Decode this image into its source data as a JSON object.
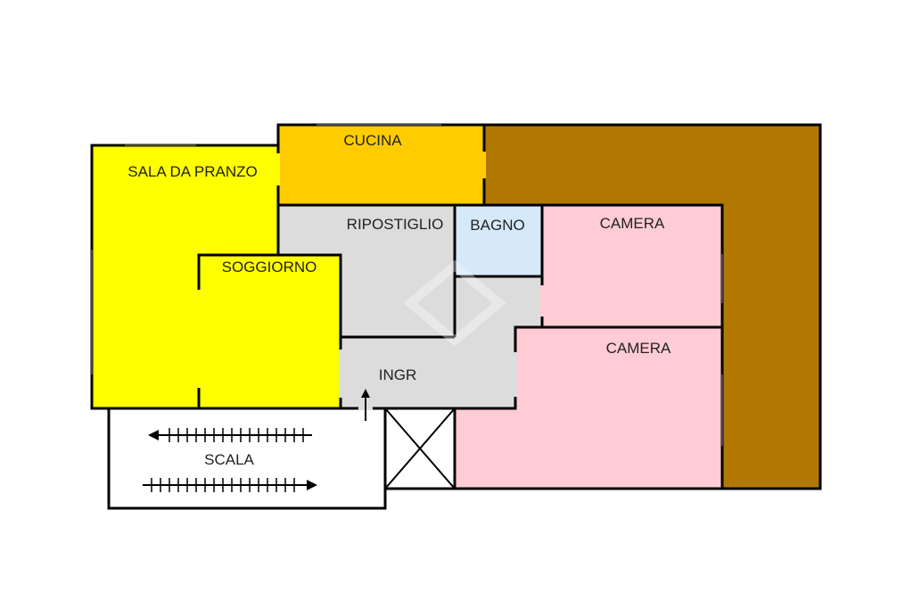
{
  "rooms": {
    "cucina": "CUCINA",
    "sala_da_pranzo": "SALA DA PRANZO",
    "ripostiglio": "RIPOSTIGLIO",
    "bagno": "BAGNO",
    "camera_1": "CAMERA",
    "soggiorno": "SOGGIORNO",
    "camera_2": "CAMERA",
    "ingresso": "INGR",
    "scala": "SCALA"
  },
  "colors": {
    "living": "#ffff00",
    "kitchen": "#ffcc00",
    "service": "#dcdcdc",
    "bathroom": "#d5e9f9",
    "bedroom": "#ffccd5",
    "terrace": "#b07800",
    "wall": "#000000"
  }
}
